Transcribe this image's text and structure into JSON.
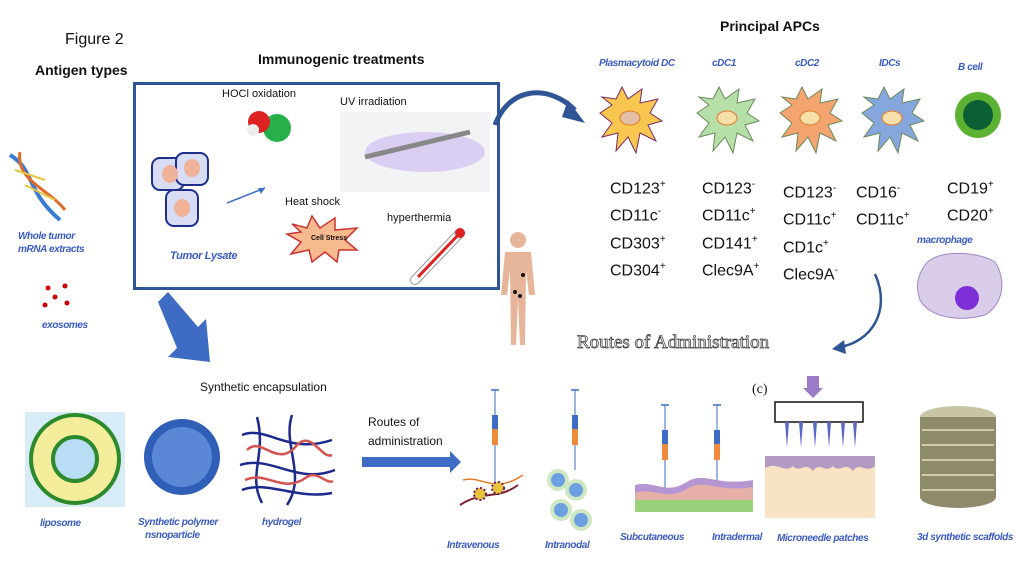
{
  "figure_label": "Figure 2",
  "antigen_types": {
    "title": "Antigen types",
    "whole_tumor_line1": "Whole tumor",
    "whole_tumor_line2": "mRNA extracts",
    "exosomes": "exosomes"
  },
  "treatments": {
    "title": "Immunogenic treatments",
    "hocl": "HOCl oxidation",
    "uv": "UV irradiation",
    "heat_shock": "Heat shock",
    "cell_stress": "Cell Stress",
    "hyperthermia": "hyperthermia",
    "tumor_lysate": "Tumor Lysate"
  },
  "apcs": {
    "title": "Principal APCs",
    "cells": [
      {
        "name": "Plasmacytoid DC",
        "color": "#f9c74f",
        "markers": [
          [
            "CD123",
            "+"
          ],
          [
            "CD11c",
            "-"
          ],
          [
            "CD303",
            "+"
          ],
          [
            "CD304",
            "+"
          ]
        ]
      },
      {
        "name": "cDC1",
        "color": "#b7dfa8",
        "markers": [
          [
            "CD123",
            "-"
          ],
          [
            "CD11c",
            "+"
          ],
          [
            "CD141",
            "+"
          ],
          [
            "Clec9A",
            "+"
          ]
        ]
      },
      {
        "name": "cDC2",
        "color": "#f4a46e",
        "markers": [
          [
            "CD123",
            "-"
          ],
          [
            "CD11c",
            "+"
          ],
          [
            "CD1c",
            "+"
          ],
          [
            "Clec9A",
            "-"
          ]
        ]
      },
      {
        "name": "IDCs",
        "color": "#86a7de",
        "markers": [
          [
            "CD16",
            "-"
          ],
          [
            "CD11c",
            "+"
          ]
        ]
      },
      {
        "name": "B cell",
        "color": "#5cb133",
        "markers": [
          [
            "CD19",
            "+"
          ],
          [
            "CD20",
            "+"
          ]
        ]
      }
    ],
    "macrophage": "macrophage"
  },
  "routes_title": "Routes of Administration",
  "synthetic_encapsulation": "Synthetic encapsulation",
  "routes_of": "Routes of",
  "administration": "administration",
  "panel_c": "(c)",
  "carriers": {
    "liposome": "liposome",
    "polymer_line1": "Synthetic polymer",
    "polymer_line2": "nsnoparticle",
    "hydrogel": "hydrogel"
  },
  "routes": {
    "intravenous": "Intravenous",
    "intranodal": "Intranodal",
    "subcutaneous": "Subcutaneous",
    "intradermal": "Intradermal",
    "microneedle": "Microneedle patches",
    "scaffolds": "3d synthetic scaffolds"
  },
  "colors": {
    "accent_blue": "#2f5597",
    "label_blue": "#3a5bbf"
  }
}
